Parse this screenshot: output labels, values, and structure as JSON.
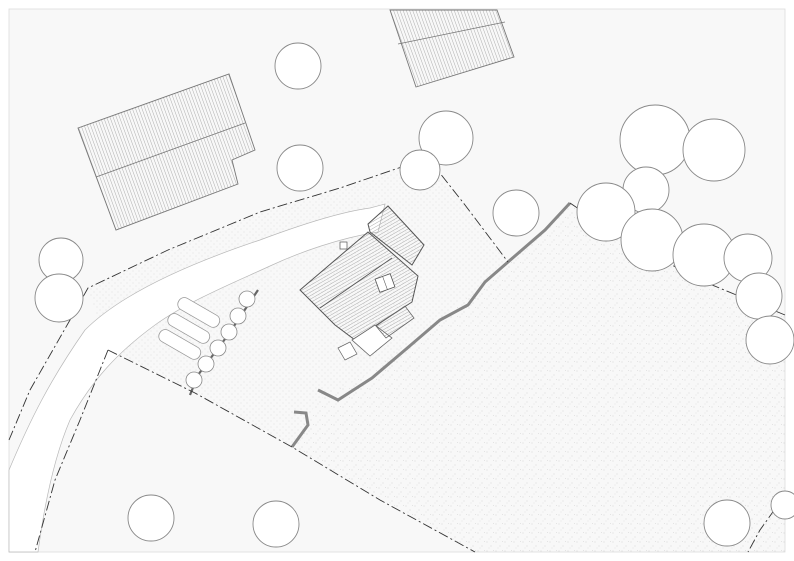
{
  "map": {
    "kind": "architectural site plan",
    "labels": [],
    "colors": {
      "sheet": "#ffffff",
      "paper": "#f8f8f8",
      "ink": "#7a7a7a",
      "line": "#444444",
      "tree_fill": "#ffffff",
      "roof_hatch": "#9a9a9a",
      "field_stipple": "#c8c8c8",
      "boundary": "#333333"
    },
    "features": [
      "neighbouring-building-north",
      "neighbouring-building-west",
      "site-boundary",
      "access-road",
      "house-roof",
      "parking-bays",
      "retaining-wall",
      "meadow",
      "trees"
    ]
  }
}
